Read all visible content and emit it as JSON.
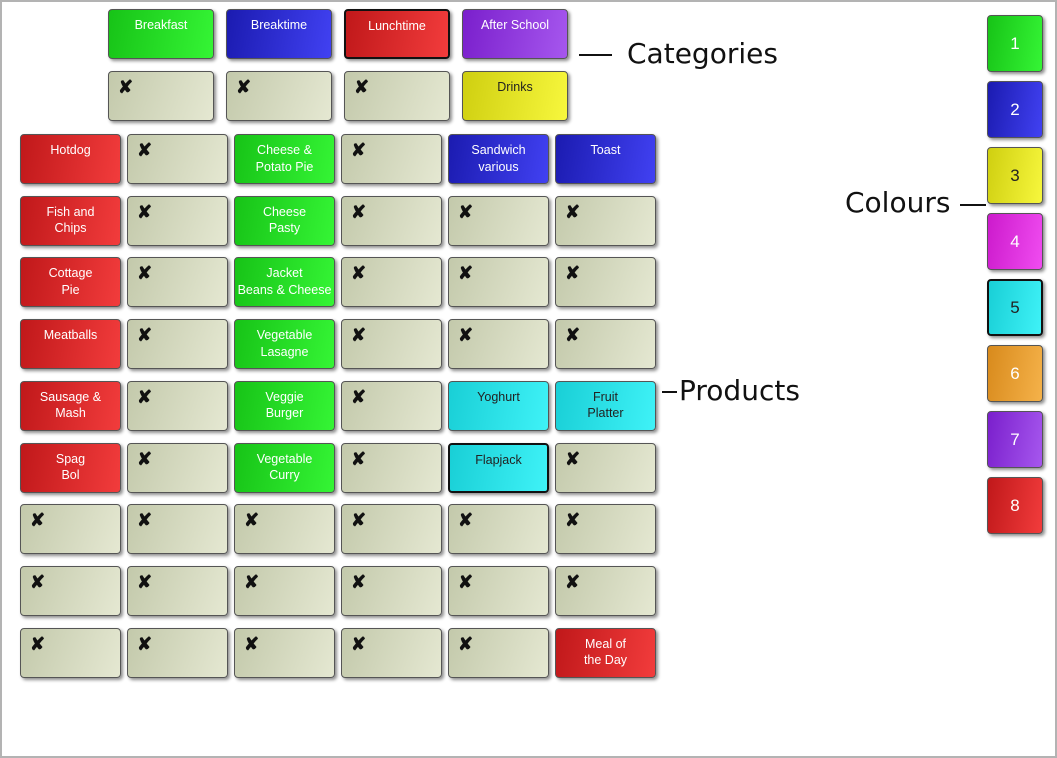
{
  "categories": {
    "row1": [
      {
        "label": "Breakfast",
        "color": "green"
      },
      {
        "label": "Breaktime",
        "color": "blue"
      },
      {
        "label": "Lunchtime",
        "color": "red",
        "selected": true
      },
      {
        "label": "After School",
        "color": "purple"
      }
    ],
    "row2": [
      {
        "label": "",
        "color": "empty"
      },
      {
        "label": "",
        "color": "empty"
      },
      {
        "label": "",
        "color": "empty"
      },
      {
        "label": "Drinks",
        "color": "yellow"
      }
    ]
  },
  "products": [
    [
      {
        "label": "Hotdog",
        "color": "red"
      },
      {
        "label": "",
        "color": "empty"
      },
      {
        "label": "Cheese &\nPotato Pie",
        "color": "green"
      },
      {
        "label": "",
        "color": "empty"
      },
      {
        "label": "Sandwich\nvarious",
        "color": "blue"
      },
      {
        "label": "Toast",
        "color": "blue"
      }
    ],
    [
      {
        "label": "Fish and\nChips",
        "color": "red"
      },
      {
        "label": "",
        "color": "empty"
      },
      {
        "label": "Cheese\nPasty",
        "color": "green"
      },
      {
        "label": "",
        "color": "empty"
      },
      {
        "label": "",
        "color": "empty"
      },
      {
        "label": "",
        "color": "empty"
      }
    ],
    [
      {
        "label": "Cottage\nPie",
        "color": "red"
      },
      {
        "label": "",
        "color": "empty"
      },
      {
        "label": "Jacket\nBeans & Cheese",
        "color": "green"
      },
      {
        "label": "",
        "color": "empty"
      },
      {
        "label": "",
        "color": "empty"
      },
      {
        "label": "",
        "color": "empty"
      }
    ],
    [
      {
        "label": "Meatballs",
        "color": "red"
      },
      {
        "label": "",
        "color": "empty"
      },
      {
        "label": "Vegetable\nLasagne",
        "color": "green"
      },
      {
        "label": "",
        "color": "empty"
      },
      {
        "label": "",
        "color": "empty"
      },
      {
        "label": "",
        "color": "empty"
      }
    ],
    [
      {
        "label": "Sausage &\nMash",
        "color": "red"
      },
      {
        "label": "",
        "color": "empty"
      },
      {
        "label": "Veggie\nBurger",
        "color": "green"
      },
      {
        "label": "",
        "color": "empty"
      },
      {
        "label": "Yoghurt",
        "color": "cyan"
      },
      {
        "label": "Fruit\nPlatter",
        "color": "cyan"
      }
    ],
    [
      {
        "label": "Spag\nBol",
        "color": "red"
      },
      {
        "label": "",
        "color": "empty"
      },
      {
        "label": "Vegetable\nCurry",
        "color": "green"
      },
      {
        "label": "",
        "color": "empty"
      },
      {
        "label": "Flapjack",
        "color": "cyan",
        "selected": true
      },
      {
        "label": "",
        "color": "empty"
      }
    ],
    [
      {
        "label": "",
        "color": "empty"
      },
      {
        "label": "",
        "color": "empty"
      },
      {
        "label": "",
        "color": "empty"
      },
      {
        "label": "",
        "color": "empty"
      },
      {
        "label": "",
        "color": "empty"
      },
      {
        "label": "",
        "color": "empty"
      }
    ],
    [
      {
        "label": "",
        "color": "empty"
      },
      {
        "label": "",
        "color": "empty"
      },
      {
        "label": "",
        "color": "empty"
      },
      {
        "label": "",
        "color": "empty"
      },
      {
        "label": "",
        "color": "empty"
      },
      {
        "label": "",
        "color": "empty"
      }
    ],
    [
      {
        "label": "",
        "color": "empty"
      },
      {
        "label": "",
        "color": "empty"
      },
      {
        "label": "",
        "color": "empty"
      },
      {
        "label": "",
        "color": "empty"
      },
      {
        "label": "",
        "color": "empty"
      },
      {
        "label": "Meal of\nthe Day",
        "color": "red"
      }
    ]
  ],
  "empty_mark": "✘",
  "colours": [
    {
      "label": "1",
      "color": "green"
    },
    {
      "label": "2",
      "color": "blue"
    },
    {
      "label": "3",
      "color": "yellow"
    },
    {
      "label": "4",
      "color": "magenta"
    },
    {
      "label": "5",
      "color": "cyan",
      "selected": true
    },
    {
      "label": "6",
      "color": "orange"
    },
    {
      "label": "7",
      "color": "purple"
    },
    {
      "label": "8",
      "color": "red"
    }
  ],
  "callouts": {
    "categories": "Categories",
    "colours": "Colours",
    "products": "Products"
  }
}
